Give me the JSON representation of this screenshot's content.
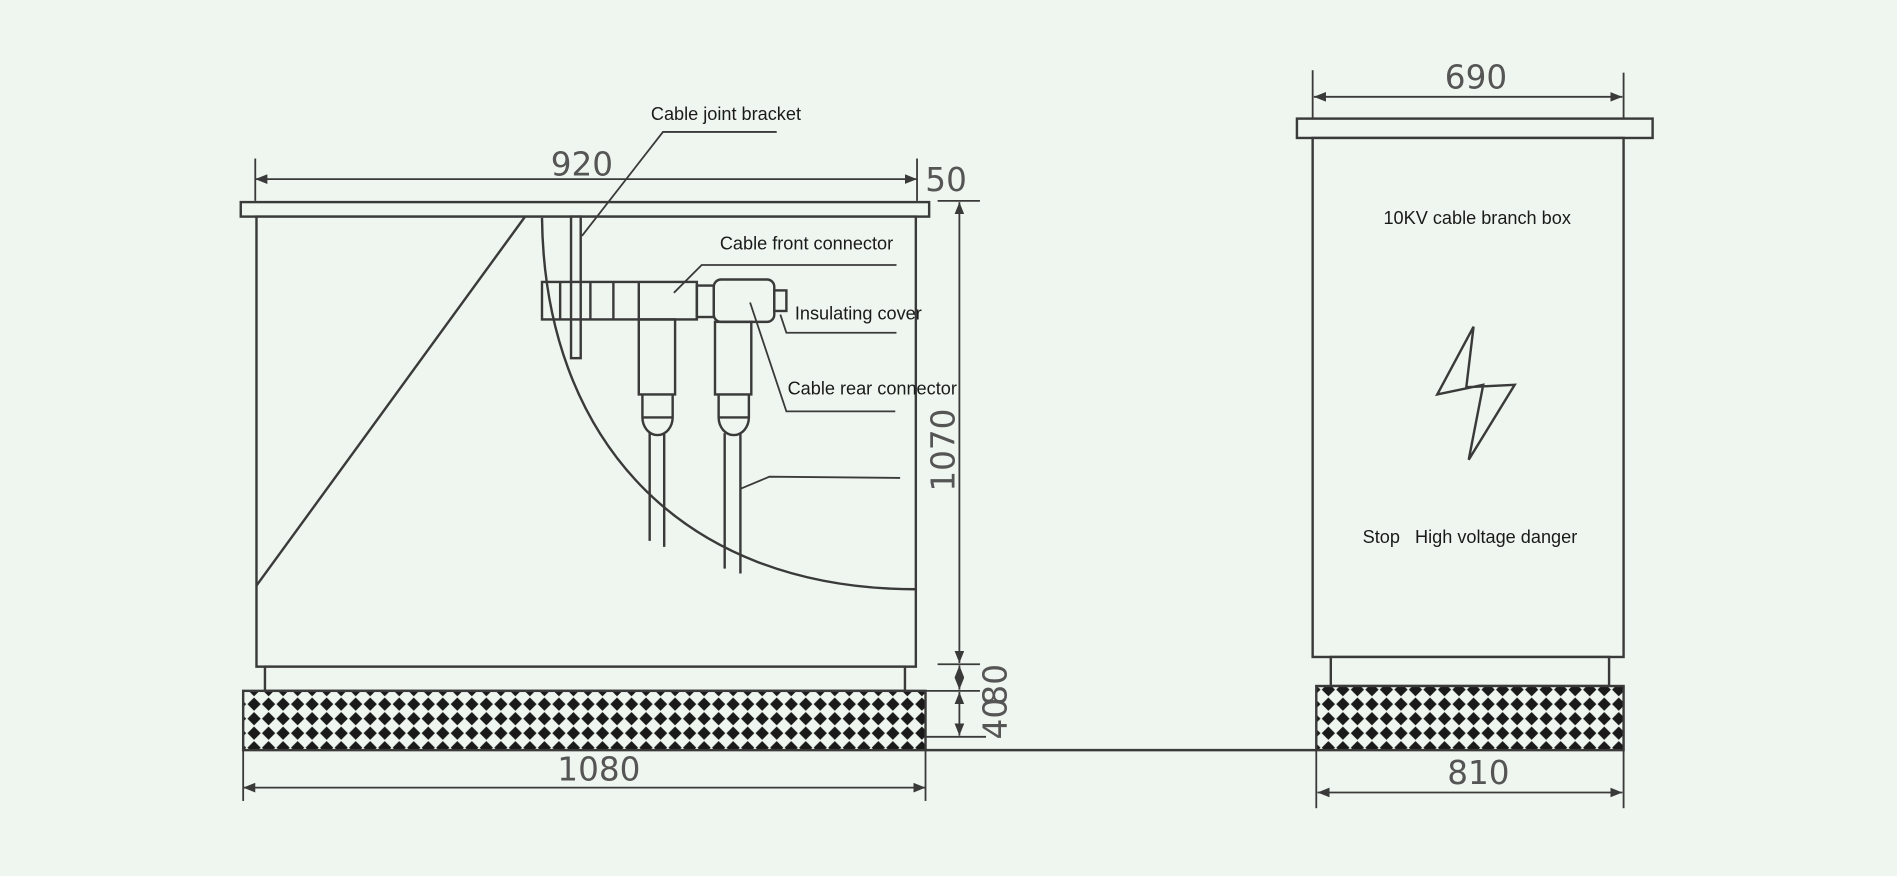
{
  "labels": {
    "cable_joint_bracket": "Cable joint bracket",
    "cable_front_connector": "Cable front connector",
    "insulating_cover": "Insulating cover",
    "cable_rear_connector": "Cable rear connector",
    "box_title": "10KV cable branch box",
    "warning": "Stop   High voltage danger"
  },
  "dimensions": {
    "left_top_width": "920",
    "left_plate_thickness": "50",
    "left_height": "1070",
    "plinth_height": "40",
    "base_height": "80",
    "left_base_width": "1080",
    "right_top_width": "690",
    "right_base_width": "810"
  },
  "colors": {
    "background": "#eff6ef",
    "line": "#3a3a3a"
  }
}
